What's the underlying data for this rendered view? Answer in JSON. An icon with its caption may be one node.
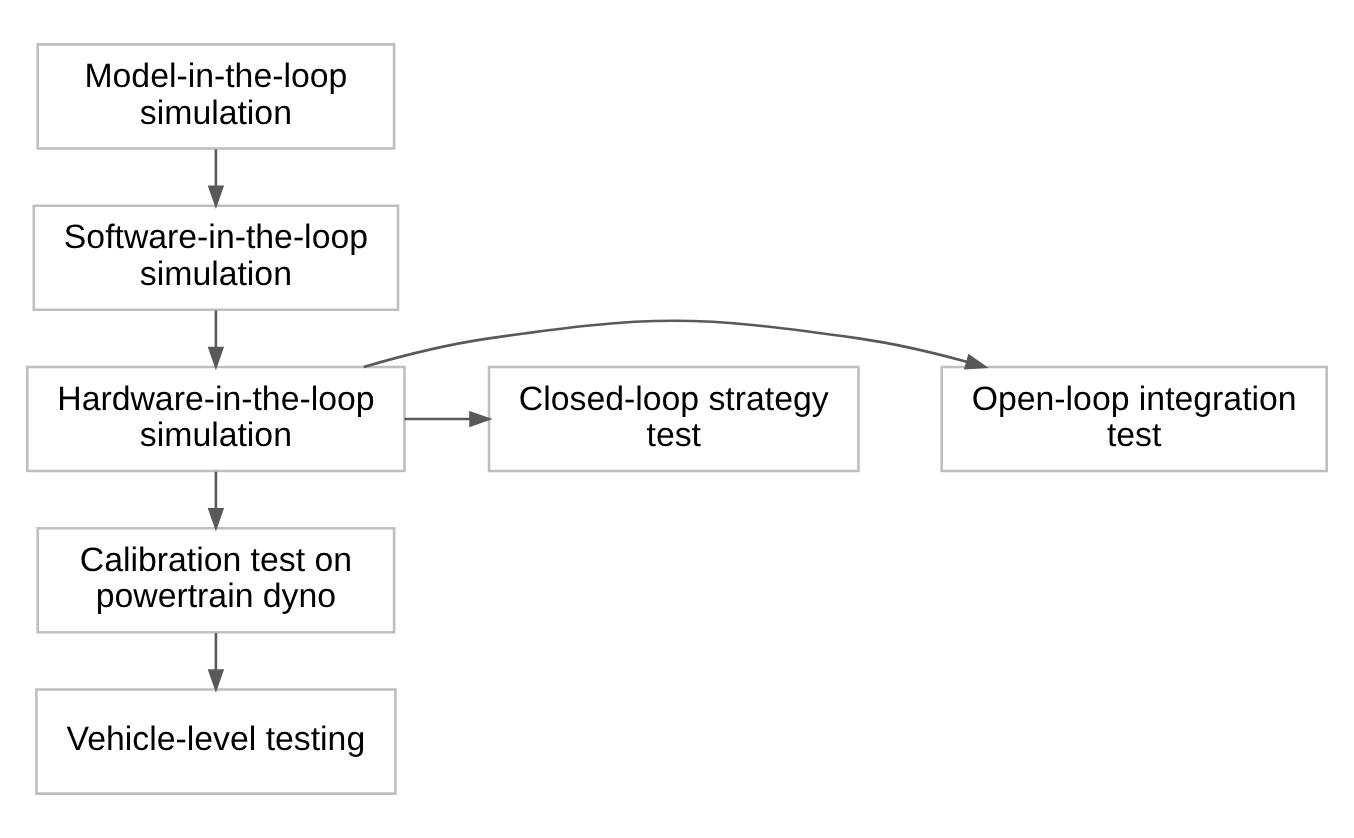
{
  "diagram": {
    "nodes": [
      {
        "text": [
          "Model-in-the-loop simulation"
        ]
      },
      {
        "text": [
          "Software-in-the-loop simulation"
        ]
      },
      {
        "text": [
          "Open-loop integration test"
        ]
      },
      {
        "text": [
          "Hardware-in-the-loop simulation"
        ]
      },
      {
        "text": [
          "Closed-loop strategy test"
        ]
      },
      {
        "text": [
          "Calibration test on powertrain dyno"
        ]
      },
      {
        "text": [
          "Vehicle-level testing"
        ]
      }
    ],
    "edges": [
      {
        "from": 0,
        "to": 1,
        "arrow": "to"
      },
      {
        "from": 1,
        "to": 3,
        "arrow": "to"
      },
      {
        "from": 3,
        "to": 2,
        "arrow": "to"
      },
      {
        "from": 3,
        "to": 4,
        "arrow": "to"
      },
      {
        "from": 3,
        "to": 5,
        "arrow": "to"
      },
      {
        "from": 5,
        "to": 6,
        "arrow": "to"
      }
    ]
  }
}
